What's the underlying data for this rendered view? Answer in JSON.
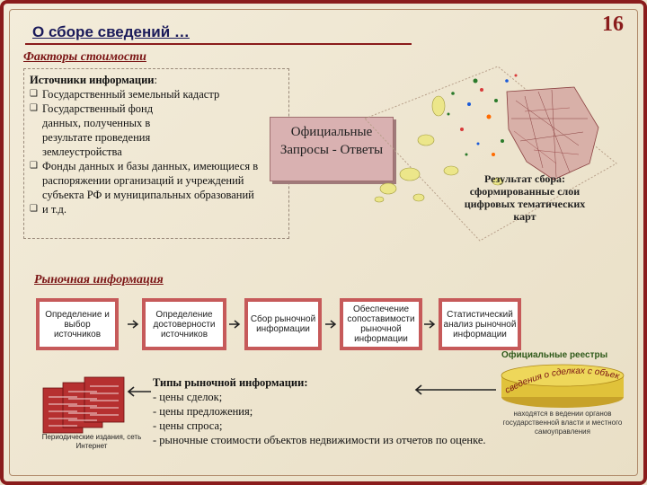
{
  "slide": {
    "page_number": "16",
    "title": "О сборе сведений …"
  },
  "cost_factors": {
    "heading": "Факторы стоимости",
    "sources_title": "Источники информации",
    "sources_title_suffix": ":",
    "sources": [
      "Государственный земельный кадастр",
      "Государственный фонд данных, полученных в результате проведения землеустройства",
      "Фонды данных и базы данных, имеющиеся в распоряжении организаций и учреждений субъекта РФ и муниципальных образований",
      "и т.д."
    ],
    "official_requests": "Официальные Запросы - Ответы",
    "map_caption": "Результат сбора: сформированные слои цифровых тематических карт"
  },
  "market": {
    "heading": "Рыночная информация",
    "flow_steps": [
      "Определение и выбор источников",
      "Определение достоверности источников",
      "Сбор рыночной информации",
      "Обеспечение сопоставимости рыночной информации",
      "Статистический анализ рыночной информации"
    ],
    "types_title": "Типы рыночной информации:",
    "types": [
      "- цены сделок;",
      "- цены предложения;",
      "- цены спроса;",
      "- рыночные стоимости объектов недвижимости из отчетов по оценке."
    ],
    "registry_title": "Официальные реестры",
    "registry_disk_text": "сведения о сделках с объектами недвижимости",
    "registry_note": "находятся в ведении органов государственной власти и местного самоуправления",
    "stack_caption": "Периодические издания, сеть Интернет"
  },
  "colors": {
    "frame": "#8a1c1c",
    "heading": "#7a1414",
    "flow_border": "#c65a5a",
    "official_bg": "#d9b1b1",
    "registry_disk": "#e0c23a"
  },
  "icons": [
    "checkbox-bullet-icon",
    "right-arrow-icon",
    "left-arrow-icon",
    "document-stack-icon",
    "database-disk-icon"
  ]
}
